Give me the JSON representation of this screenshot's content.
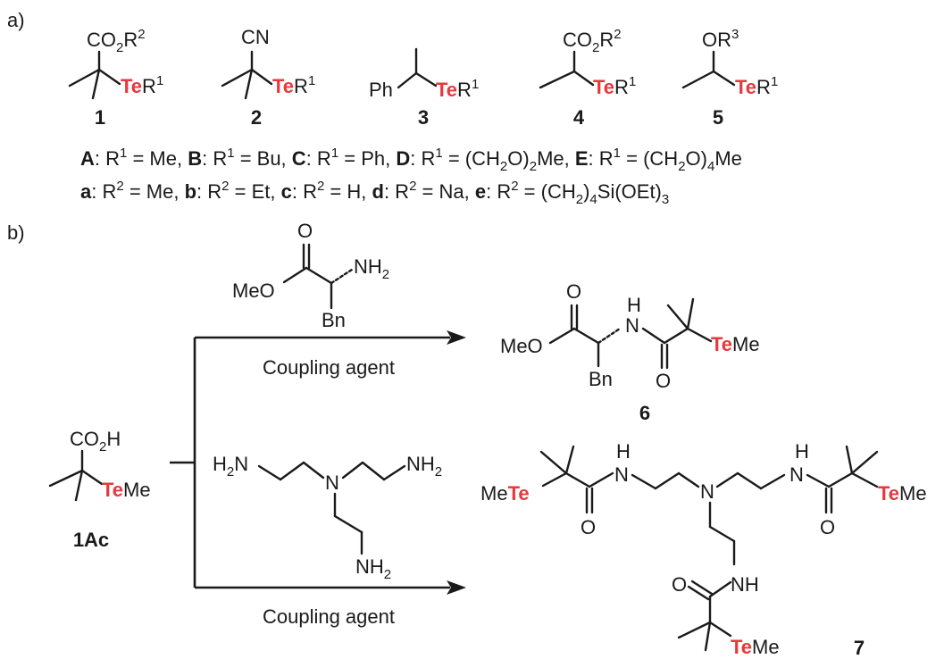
{
  "panels": {
    "a": "a)",
    "b": "b)"
  },
  "atoms": {
    "co2r2": "CO2R2",
    "cn": "CN",
    "ph": "Ph",
    "or3": "OR3",
    "te": "Te",
    "r1": "R1",
    "me": "Me",
    "o": "O",
    "nh2": "NH2",
    "meo": "MeO",
    "bn": "Bn",
    "h": "H",
    "n": "N",
    "nh": "NH",
    "co2h": "CO2H",
    "h2n": "H2N"
  },
  "compounds": {
    "c1": "1",
    "c2": "2",
    "c3": "3",
    "c4": "4",
    "c5": "5",
    "c6": "6",
    "c7": "7",
    "c1ac": "1Ac"
  },
  "legend": {
    "line1": "A: R1 = Me, B: R1 = Bu, C: R1 = Ph, D: R1 = (CH2O)2Me, E: R1 = (CH2O)4Me",
    "line2": "a: R2 = Me, b: R2 = Et, c: R2 = H, d: R2 = Na, e: R2 = (CH2)4Si(OEt)3"
  },
  "reagents": {
    "coupling_top": "Coupling agent",
    "coupling_bottom": "Coupling agent"
  },
  "colors": {
    "tellurium": "#e8383d",
    "ink": "#1a1a1a"
  }
}
